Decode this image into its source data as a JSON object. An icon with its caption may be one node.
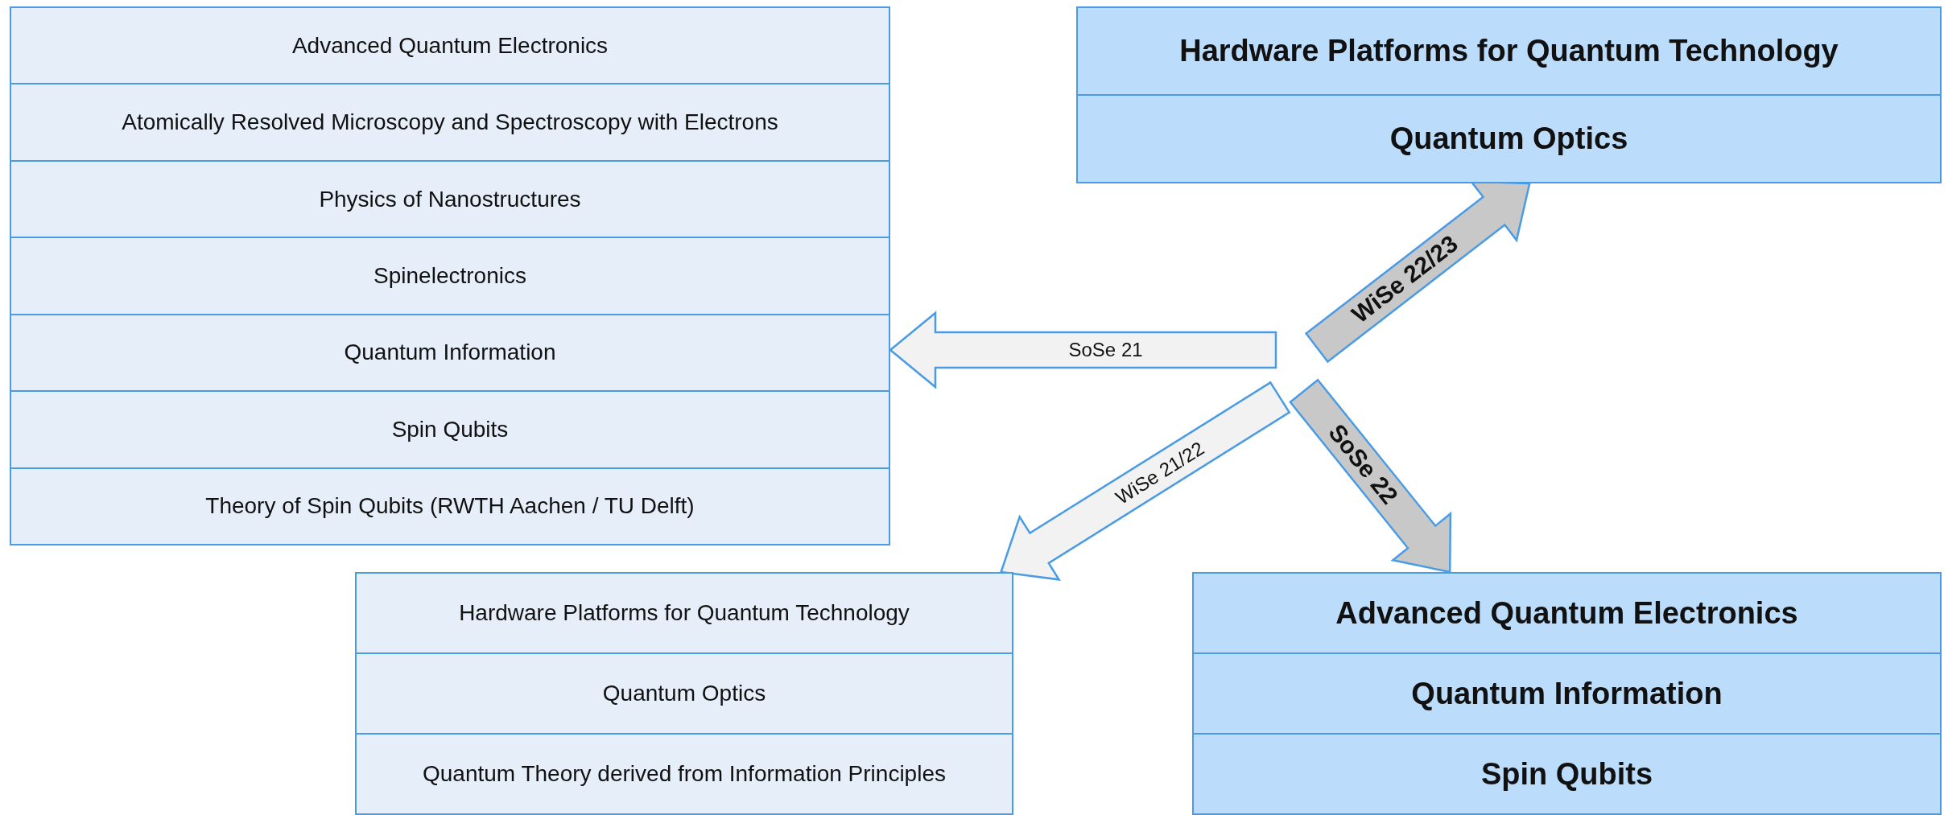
{
  "diagram": {
    "nodes": [
      {
        "text": [],
        "shape": "box"
      },
      {
        "text": [
          "Advanced Quantum Electronics"
        ],
        "in": 0
      },
      {
        "text": [
          "Atomically Resolved Microscopy and Spectroscopy with Electrons"
        ],
        "in": 0
      },
      {
        "text": [
          "Physics of Nanostructures"
        ],
        "in": 0
      },
      {
        "text": [
          "Spinelectronics"
        ],
        "in": 0
      },
      {
        "text": [
          "Quantum Information"
        ],
        "in": 0
      },
      {
        "text": [
          "Spin Qubits"
        ],
        "in": 0
      },
      {
        "text": [
          "Theory of Spin Qubits (RWTH Aachen / TU Delft)"
        ],
        "in": 0
      },
      {
        "text": [],
        "shape": "box"
      },
      {
        "text": [
          "Hardware Platforms for Quantum Technology"
        ],
        "in": 8
      },
      {
        "text": [
          "Quantum Optics"
        ],
        "in": 8
      },
      {
        "text": [],
        "shape": "box"
      },
      {
        "text": [
          "Hardware Platforms for Quantum Technology"
        ],
        "in": 11
      },
      {
        "text": [
          "Quantum Optics"
        ],
        "in": 11
      },
      {
        "text": [
          "Quantum Theory derived from Information Principles"
        ],
        "in": 11
      },
      {
        "text": [],
        "shape": "box"
      },
      {
        "text": [
          "Advanced Quantum Electronics"
        ],
        "in": 15
      },
      {
        "text": [
          "Quantum Information"
        ],
        "in": 15
      },
      {
        "text": [
          "Spin Qubits"
        ],
        "in": 15
      }
    ],
    "edges": [
      {
        "from": null,
        "to": 8,
        "arrow": "to",
        "label": "WiSe 22/23",
        "color": "#c8c8c8"
      },
      {
        "from": null,
        "to": 0,
        "arrow": "to",
        "label": "SoSe 21",
        "color": "#f2f2f2"
      },
      {
        "from": null,
        "to": 11,
        "arrow": "to",
        "label": "WiSe 21/22",
        "color": "#f2f2f2"
      },
      {
        "from": null,
        "to": 15,
        "arrow": "to",
        "label": "SoSe 22",
        "color": "#c8c8c8"
      }
    ]
  }
}
